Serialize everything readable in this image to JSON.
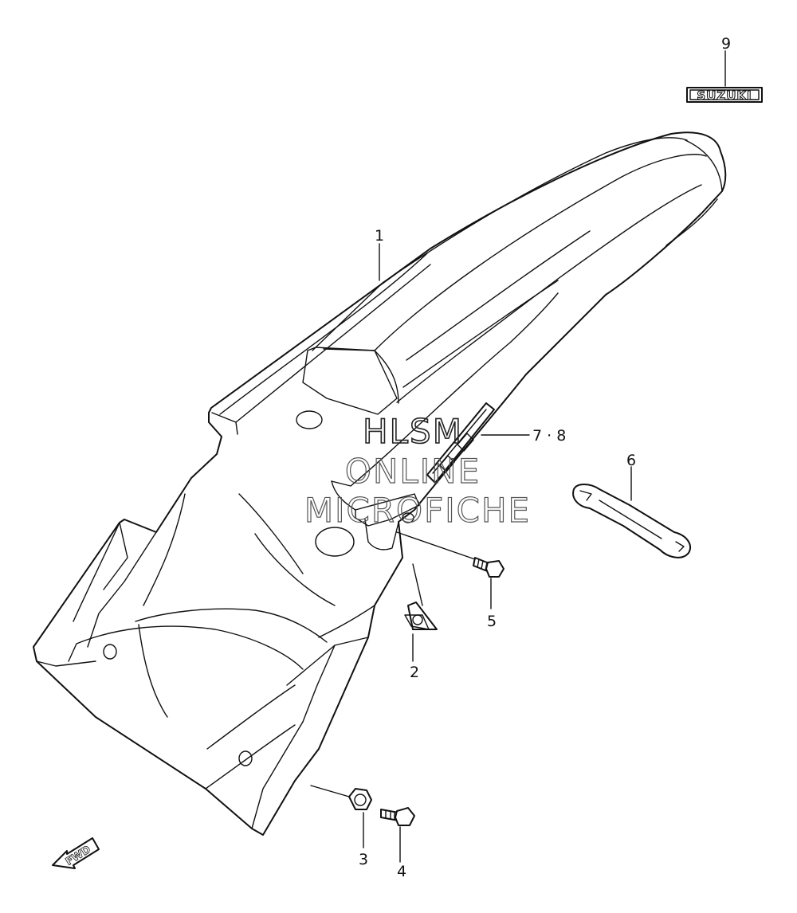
{
  "diagram": {
    "callouts": {
      "c1": "1",
      "c2": "2",
      "c3": "3",
      "c4": "4",
      "c5": "5",
      "c6": "6",
      "c78": "7 · 8",
      "c9": "9"
    },
    "logo_text": "SUZUKI",
    "fwd_text": "FWD",
    "watermark": {
      "line1": "HLSM",
      "line2": "ONLINE",
      "line3": "MICROFICHE"
    },
    "colors": {
      "ink": "#111111",
      "paper": "#ffffff"
    }
  }
}
